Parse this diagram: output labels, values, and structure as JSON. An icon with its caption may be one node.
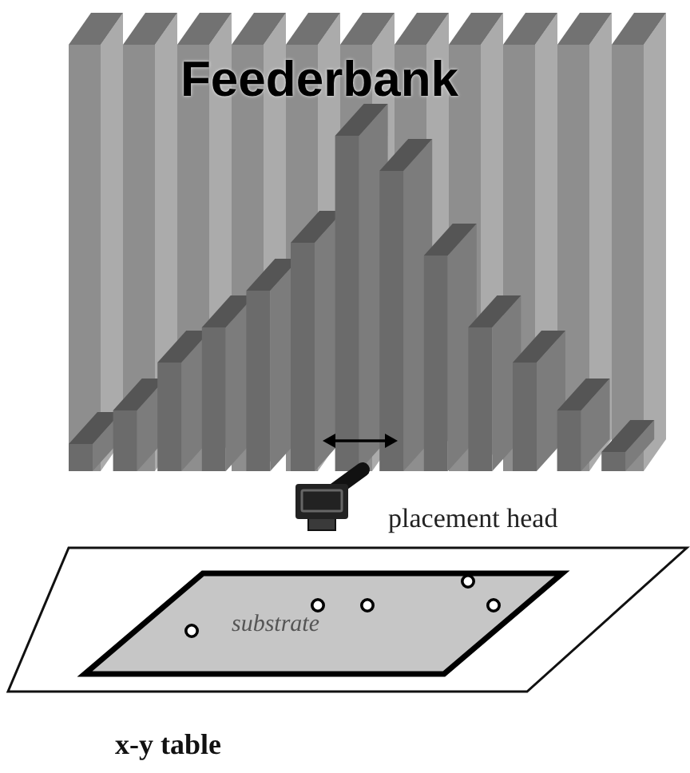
{
  "diagram": {
    "nodes": [
      {
        "text": [
          "Feederbank"
        ]
      },
      {
        "text": [
          "placement head"
        ]
      },
      {
        "text": [
          "x-y table"
        ]
      },
      {
        "text": [
          "substrate"
        ],
        "in": 2
      }
    ]
  }
}
